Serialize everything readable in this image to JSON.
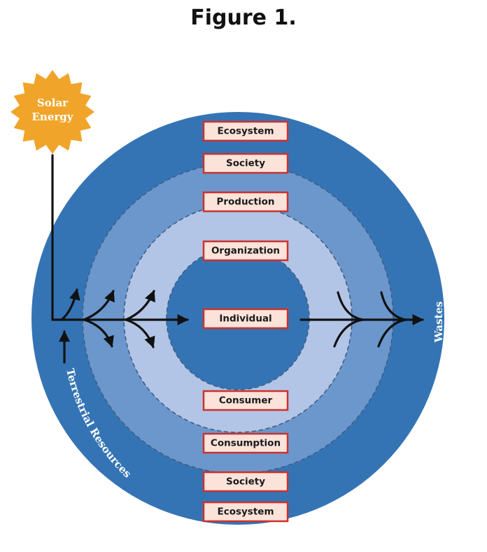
{
  "title": "Figure 1.",
  "sun_label": [
    "Solar",
    "Energy"
  ],
  "left_label": "Terrestrial Resources",
  "right_label": "Wastes",
  "boxes": {
    "ecosystem_top": "Ecosystem",
    "society_top": "Society",
    "production": "Production",
    "organization": "Organization",
    "individual": "Individual",
    "consumer": "Consumer",
    "consumption": "Consumption",
    "society_bottom": "Society",
    "ecosystem_bottom": "Ecosystem"
  },
  "colors": {
    "outer_ring": "#3574b4",
    "middle_ring": "#6b97cc",
    "inner_ring": "#b3c5e6",
    "center": "#3574b4",
    "box_fill": "#fbe3da",
    "box_border": "#c9332f",
    "sun": "#f0a52a",
    "arrow": "#111111"
  }
}
